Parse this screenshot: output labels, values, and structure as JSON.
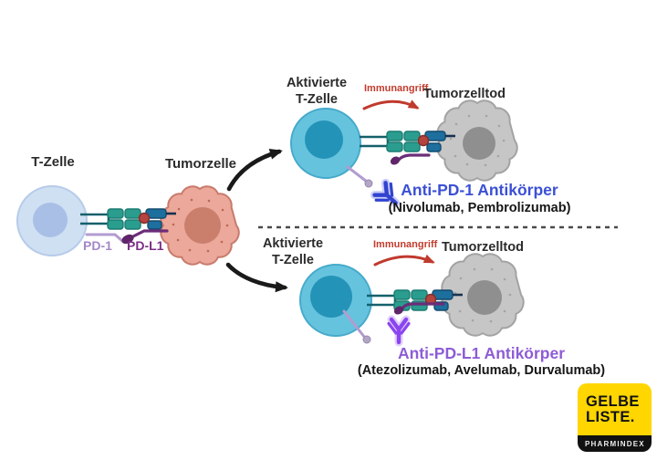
{
  "scene": {
    "initial": {
      "t_cell_label": "T-Zelle",
      "tumor_cell_label": "Tumorzelle",
      "pd1_label": "PD-1",
      "pdl1_label": "PD-L1"
    },
    "pd1_branch": {
      "activated_t_cell_label": "Aktivierte\nT-Zelle",
      "immune_attack_label": "Immunangriff",
      "tumor_death_label": "Tumorzelltod",
      "antibody_label": "Anti-PD-1 Antikörper",
      "drug_names_label": "(Nivolumab, Pembrolizumab)"
    },
    "pdl1_branch": {
      "activated_t_cell_label": "Aktivierte\nT-Zelle",
      "immune_attack_label": "Immunangriff",
      "tumor_death_label": "Tumorzelltod",
      "antibody_label": "Anti-PD-L1 Antikörper",
      "drug_names_label": "(Atezolizumab, Avelumab, Durvalumab)"
    },
    "icons": {
      "pd1_antibody": "antibody-y-icon",
      "pdl1_antibody": "antibody-y-icon",
      "immune_attack": "curved-red-arrow-icon",
      "branch": "curved-black-arrow-icon"
    },
    "colors": {
      "anti_pd1_blue": "#3b50d5",
      "anti_pdl1_purple": "#8d5cd6",
      "immune_attack_red": "#c03a2e",
      "pd1_light_purple": "#a388c6",
      "pdl1_dark_purple": "#7b2e86",
      "t_cell_blue": "#cfe0f3",
      "activated_t_cell_teal": "#66c3de",
      "tumor_cell_salmon": "#eca89a",
      "dead_cell_gray": "#c6c6c6",
      "receptor_teal": "#2a9d8f",
      "receptor_navy": "#1d6f9e",
      "logo_yellow": "#ffd600"
    }
  },
  "logo": {
    "title_line1": "GELBE",
    "title_line2": "LISTE.",
    "subtitle": "PHARMINDEX"
  }
}
